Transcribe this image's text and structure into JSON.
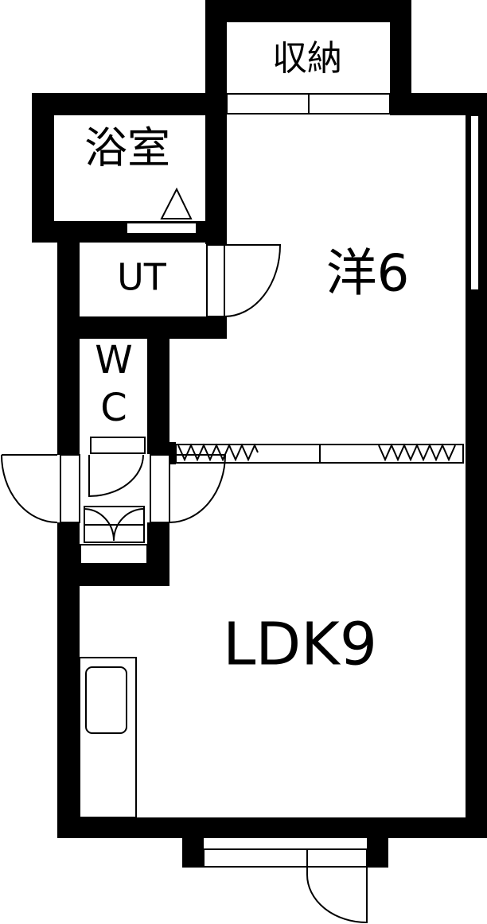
{
  "floor_plan": {
    "rooms": {
      "storage": "収納",
      "bathroom": "浴室",
      "utility": "UT",
      "western_room": "洋6",
      "toilet_w": "W",
      "toilet_c": "C",
      "ldk": "LDK9"
    },
    "colors": {
      "wall": "#000000",
      "background": "#ffffff"
    }
  }
}
